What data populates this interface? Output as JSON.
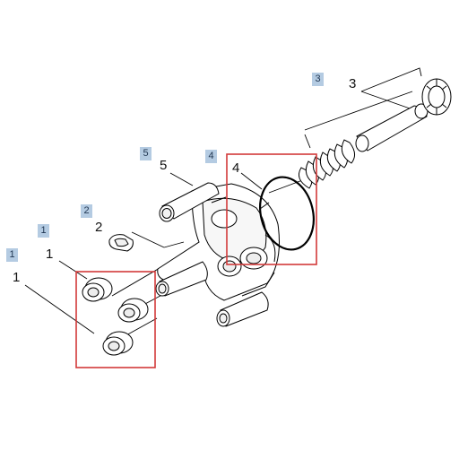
{
  "diagram": {
    "callouts": {
      "c1a": "1",
      "c1b": "1",
      "c2": "2",
      "c3": "3",
      "c4": "4",
      "c5": "5"
    },
    "tags": {
      "t1a": "1",
      "t1b": "1",
      "t2": "2",
      "t3": "3",
      "t4": "4",
      "t5": "5"
    },
    "colors": {
      "highlight_box": "#d23a3a",
      "tag_background": "#b4cbe2",
      "line": "#000000"
    }
  }
}
